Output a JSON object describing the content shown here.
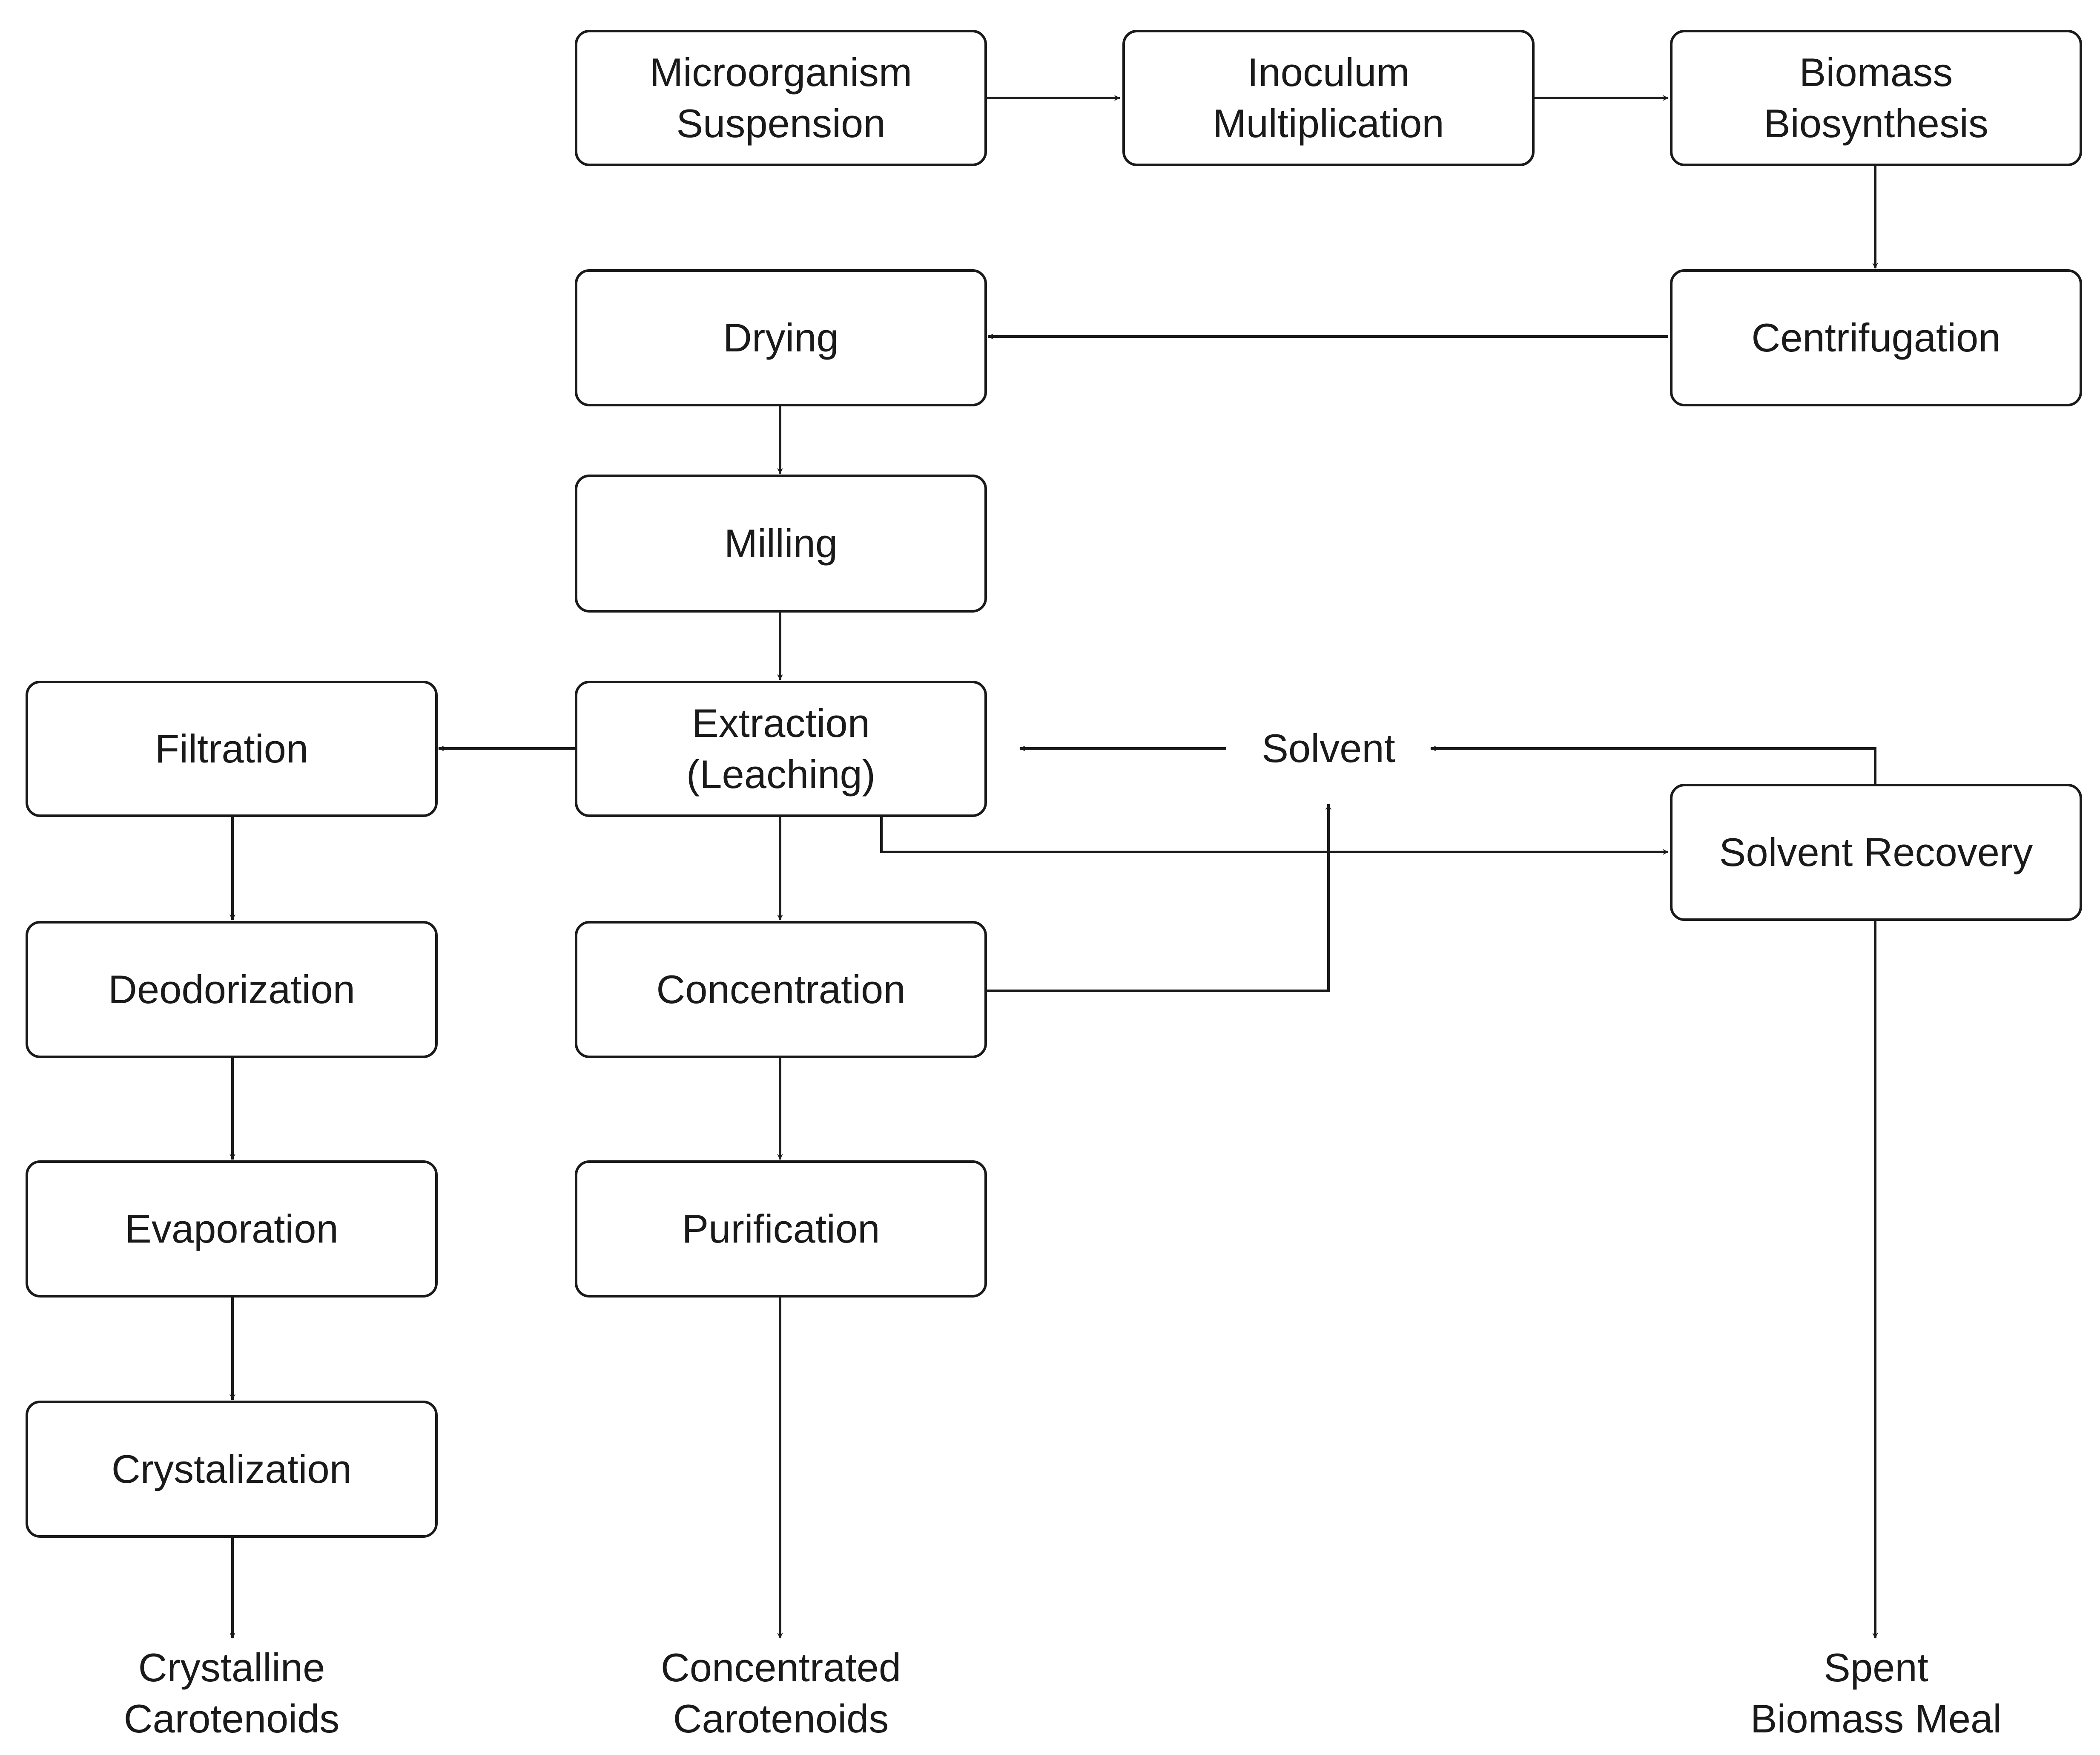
{
  "nodes": {
    "microorganism_suspension": "Microorganism\nSuspension",
    "inoculum_multiplication": "Inoculum\nMultiplication",
    "biomass_biosynthesis": "Biomass\nBiosynthesis",
    "centrifugation": "Centrifugation",
    "drying": "Drying",
    "milling": "Milling",
    "extraction": "Extraction\n(Leaching)",
    "filtration": "Filtration",
    "deodorization": "Deodorization",
    "evaporation": "Evaporation",
    "crystalization": "Crystalization",
    "concentration": "Concentration",
    "purification": "Purification",
    "solvent_recovery": "Solvent Recovery",
    "solvent": "Solvent"
  },
  "outputs": {
    "crystalline_carotenoids": "Crystalline\nCarotenoids",
    "concentrated_carotenoids": "Concentrated\nCarotenoids",
    "spent_biomass_meal": "Spent\nBiomass Meal"
  },
  "edges": [
    {
      "from": "Microorganism Suspension",
      "to": "Inoculum Multiplication"
    },
    {
      "from": "Inoculum Multiplication",
      "to": "Biomass Biosynthesis"
    },
    {
      "from": "Biomass Biosynthesis",
      "to": "Centrifugation"
    },
    {
      "from": "Centrifugation",
      "to": "Drying"
    },
    {
      "from": "Drying",
      "to": "Milling"
    },
    {
      "from": "Milling",
      "to": "Extraction (Leaching)"
    },
    {
      "from": "Extraction (Leaching)",
      "to": "Filtration"
    },
    {
      "from": "Filtration",
      "to": "Deodorization"
    },
    {
      "from": "Deodorization",
      "to": "Evaporation"
    },
    {
      "from": "Evaporation",
      "to": "Crystalization"
    },
    {
      "from": "Crystalization",
      "to": "Crystalline Carotenoids"
    },
    {
      "from": "Extraction (Leaching)",
      "to": "Concentration"
    },
    {
      "from": "Concentration",
      "to": "Purification"
    },
    {
      "from": "Purification",
      "to": "Concentrated Carotenoids"
    },
    {
      "from": "Extraction (Leaching)",
      "to": "Solvent Recovery"
    },
    {
      "from": "Solvent Recovery",
      "to": "Solvent"
    },
    {
      "from": "Solvent",
      "to": "Extraction (Leaching)"
    },
    {
      "from": "Concentration",
      "to": "Solvent"
    },
    {
      "from": "Solvent Recovery",
      "to": "Spent Biomass Meal"
    }
  ],
  "colors": {
    "stroke": "#1a1a1a",
    "fill": "#ffffff",
    "text": "#1a1a1a"
  }
}
